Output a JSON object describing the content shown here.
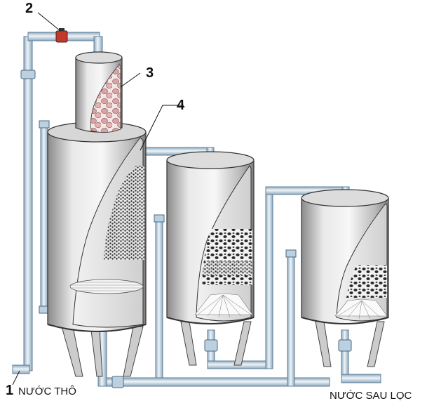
{
  "callouts": {
    "n1": "1",
    "n2": "2",
    "n3": "3",
    "n4": "4"
  },
  "labels": {
    "inlet": "NƯỚC THÔ",
    "outlet": "NƯỚC SAU LỌC"
  },
  "colors": {
    "pipe": "#c9dbe9",
    "pipe_edge": "#5e7f99",
    "tank_dark": "#8d8d8d",
    "tank_light": "#f3f3f3",
    "valve_red": "#c0392b",
    "gravel": "#d8a0a0"
  }
}
